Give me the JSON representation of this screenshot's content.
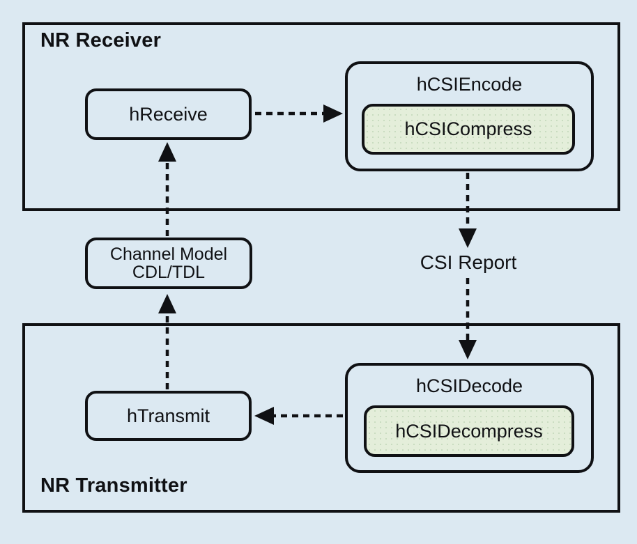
{
  "diagram": {
    "colors": {
      "background": "#dce9f2",
      "border": "#101114",
      "text": "#101114",
      "compress_fill": "#e4eeda",
      "compress_dot": "#c9dcc0"
    },
    "receiver": {
      "title": "NR Receiver",
      "hreceive_label": "hReceive",
      "hcsiencode_label": "hCSIEncode",
      "hcsicompress_label": "hCSICompress"
    },
    "channel": {
      "line1": "Channel Model",
      "line2": "CDL/TDL"
    },
    "csi_report_label": "CSI Report",
    "transmitter": {
      "title": "NR Transmitter",
      "htransmit_label": "hTransmit",
      "hcsidecode_label": "hCSIDecode",
      "hcsidecompress_label": "hCSIDecompress"
    }
  }
}
